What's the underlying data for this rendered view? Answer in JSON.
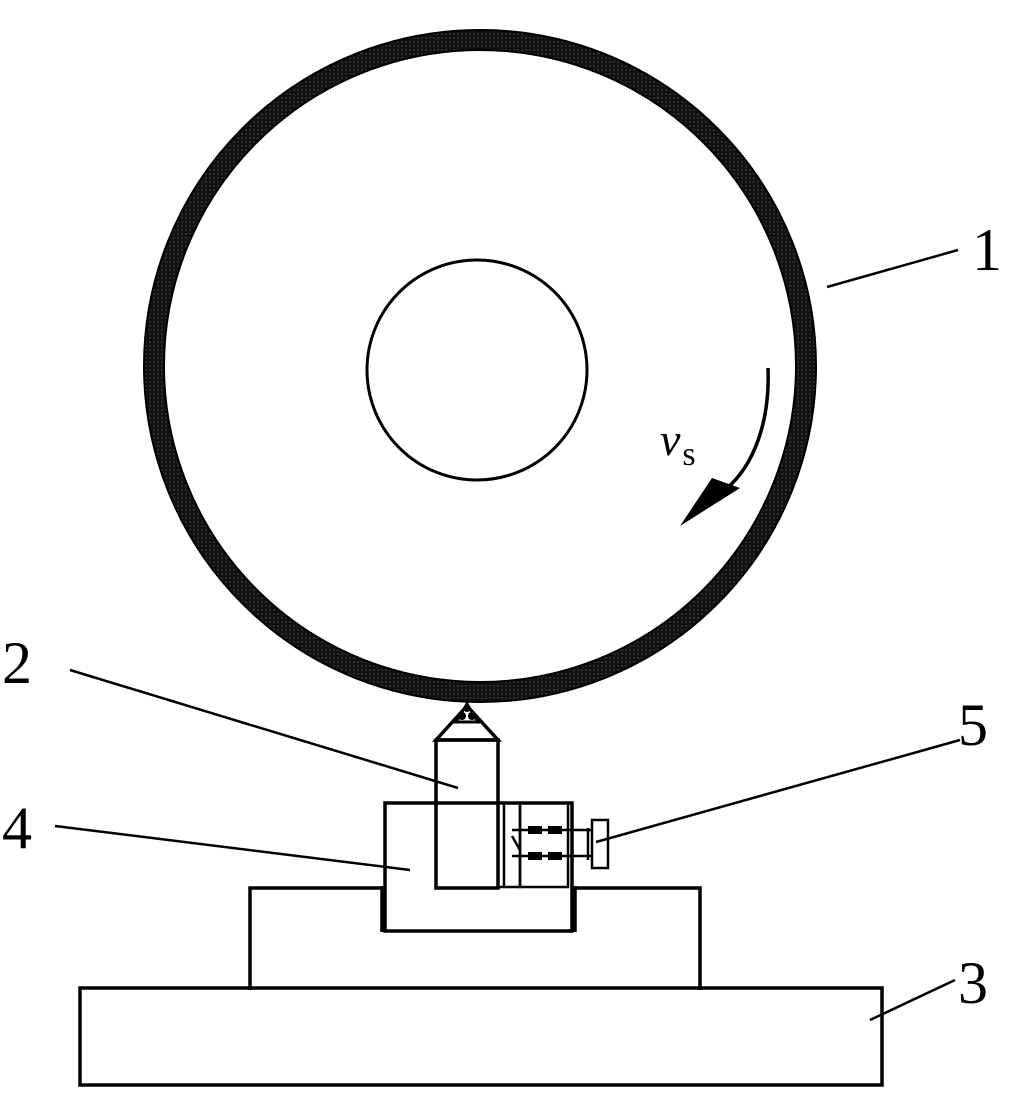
{
  "labels": {
    "wheel": "1",
    "tool": "2",
    "base": "3",
    "holder": "4",
    "screw": "5",
    "velocity_symbol": "v",
    "velocity_subscript": "s"
  },
  "colors": {
    "ink": "#000000",
    "background": "#ffffff",
    "wheel_rim": "#1a1a1a"
  }
}
